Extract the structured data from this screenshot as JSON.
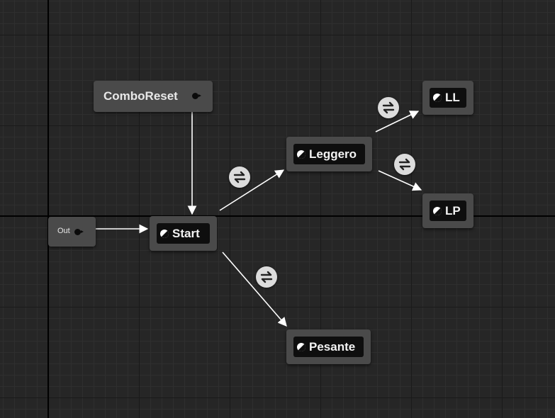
{
  "graph": {
    "entry_node": {
      "label": "Out"
    },
    "conduit_node": {
      "label": "ComboReset"
    },
    "states": [
      {
        "label": "Start"
      },
      {
        "label": "Leggero"
      },
      {
        "label": "LL"
      },
      {
        "label": "LP"
      },
      {
        "label": "Pesante"
      }
    ],
    "transitions": [
      {
        "from": "Start",
        "to": "Leggero",
        "icon": "transition-rule-icon"
      },
      {
        "from": "Leggero",
        "to": "LL",
        "icon": "transition-rule-icon"
      },
      {
        "from": "Leggero",
        "to": "LP",
        "icon": "transition-rule-icon"
      },
      {
        "from": "Start",
        "to": "Pesante",
        "icon": "transition-rule-icon"
      }
    ],
    "colors": {
      "background": "#262626",
      "node": "#4a4a4a",
      "node_inner": "#0e0e0e",
      "wire": "#ffffff",
      "transition_icon": "#dcdcdc"
    }
  }
}
